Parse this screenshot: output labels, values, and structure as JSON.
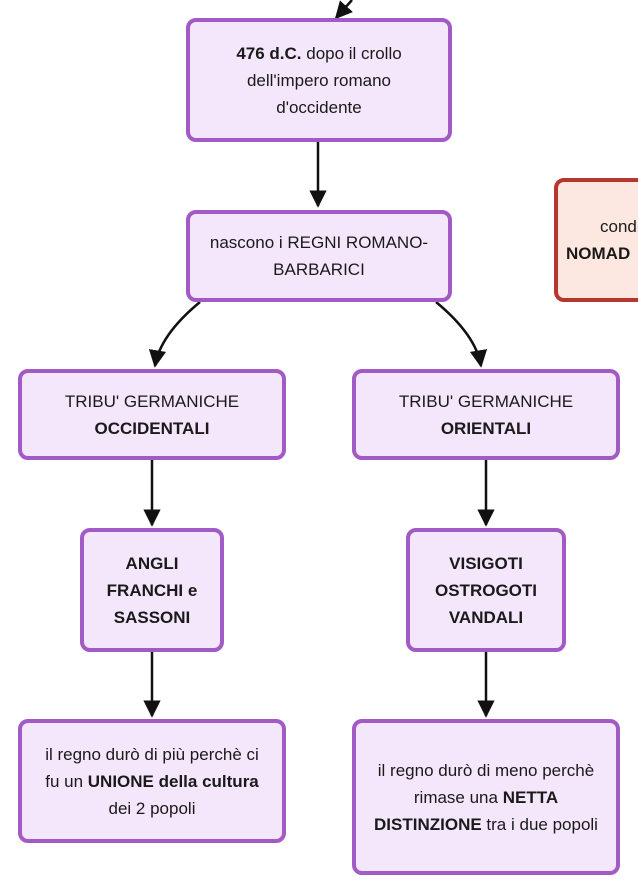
{
  "nodes": {
    "crollo": {
      "b1": "476 d.C.",
      "t1": " dopo il crollo dell'impero romano d'occidente"
    },
    "regni": {
      "t1": "nascono i REGNI ROMANO-BARBARICI"
    },
    "occ": {
      "t1": "TRIBU' GERMANICHE",
      "b1": "OCCIDENTALI"
    },
    "ori": {
      "t1": "TRIBU' GERMANICHE",
      "b1": "ORIENTALI"
    },
    "anglo": {
      "b1": "ANGLI FRANCHI e SASSONI"
    },
    "visi": {
      "b1": "VISIGOTI OSTROGOTI VANDALI"
    },
    "occ_result": {
      "t1": "il regno durò di più perchè ci fu un ",
      "b1": "UNIONE della cultura",
      "t2": " dei 2 popoli"
    },
    "ori_result": {
      "t1": "il regno durò di meno perchè rimase una ",
      "b1": "NETTA DISTINZIONE",
      "t2": " tra i due popoli"
    },
    "side": {
      "t1": "condu",
      "b1": "NOMAD"
    }
  }
}
